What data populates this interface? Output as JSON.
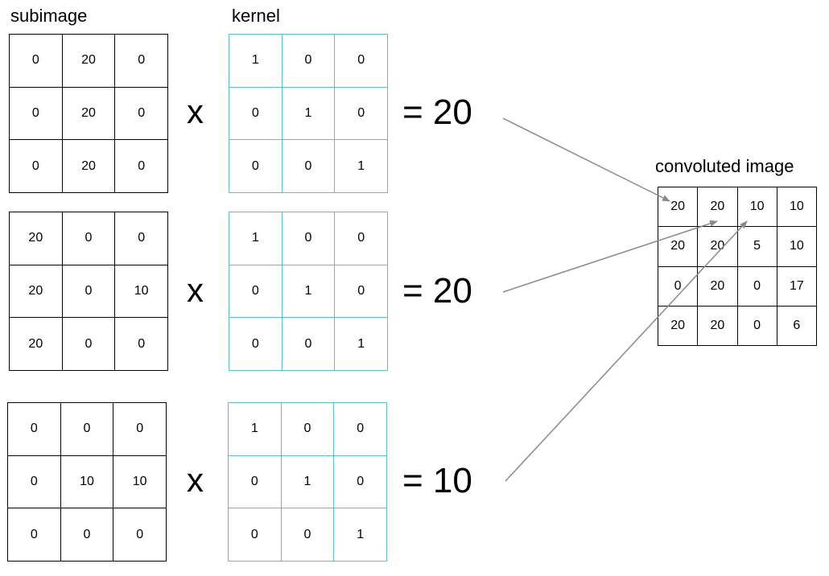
{
  "labels": {
    "subimage": "subimage",
    "kernel": "kernel",
    "convoluted": "convoluted image"
  },
  "operator": "x",
  "rows": [
    {
      "subimage": [
        [
          "0",
          "20",
          "0"
        ],
        [
          "0",
          "20",
          "0"
        ],
        [
          "0",
          "20",
          "0"
        ]
      ],
      "kernel": [
        [
          "1",
          "0",
          "0"
        ],
        [
          "0",
          "1",
          "0"
        ],
        [
          "0",
          "0",
          "1"
        ]
      ],
      "result": "= 20"
    },
    {
      "subimage": [
        [
          "20",
          "0",
          "0"
        ],
        [
          "20",
          "0",
          "10"
        ],
        [
          "20",
          "0",
          "0"
        ]
      ],
      "kernel": [
        [
          "1",
          "0",
          "0"
        ],
        [
          "0",
          "1",
          "0"
        ],
        [
          "0",
          "0",
          "1"
        ]
      ],
      "result": "= 20"
    },
    {
      "subimage": [
        [
          "0",
          "0",
          "0"
        ],
        [
          "0",
          "10",
          "10"
        ],
        [
          "0",
          "0",
          "0"
        ]
      ],
      "kernel": [
        [
          "1",
          "0",
          "0"
        ],
        [
          "0",
          "1",
          "0"
        ],
        [
          "0",
          "0",
          "1"
        ]
      ],
      "result": "= 10"
    }
  ],
  "convoluted": [
    [
      "20",
      "20",
      "10",
      "10"
    ],
    [
      "20",
      "20",
      "5",
      "10"
    ],
    [
      "0",
      "20",
      "0",
      "17"
    ],
    [
      "20",
      "20",
      "0",
      "6"
    ]
  ],
  "colors": {
    "subimage_border": "#000000",
    "kernel_border": "#5bbcd6",
    "arrow": "#8a8a8a"
  }
}
